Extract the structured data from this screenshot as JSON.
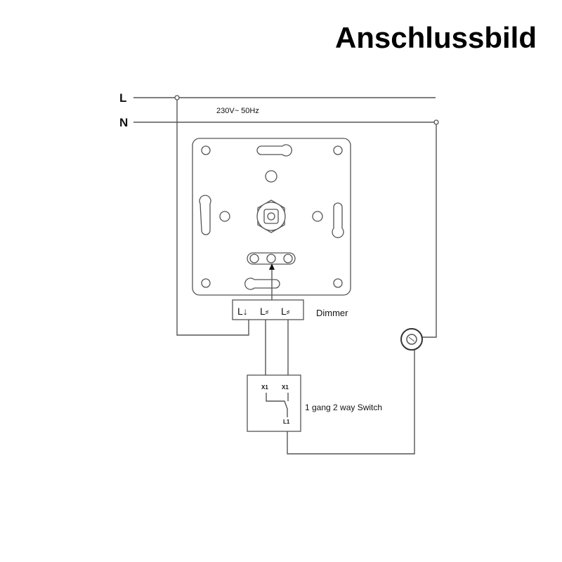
{
  "title": "Anschlussbild",
  "supply": {
    "line_label": "L",
    "neutral_label": "N",
    "voltage": "230V~ 50Hz"
  },
  "dimmer": {
    "label": "Dimmer",
    "terminals": [
      "L↓",
      "L⸗",
      "L⸗"
    ]
  },
  "switch": {
    "label": "1 gang 2 way Switch",
    "terminal_x1_left": "X1",
    "terminal_x1_right": "X1",
    "terminal_l1": "L1"
  },
  "lamp": {
    "icon": "lamp-icon"
  }
}
